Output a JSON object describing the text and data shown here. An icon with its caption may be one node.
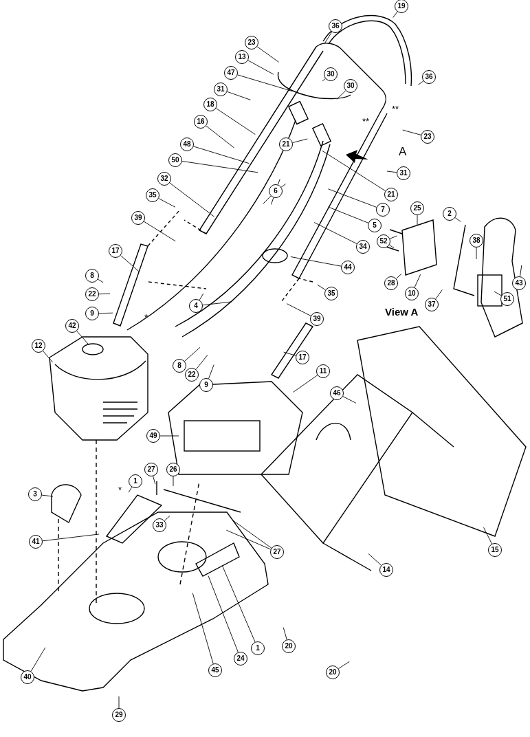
{
  "diagram": {
    "nodes": [
      {
        "text": [
          "19"
        ]
      },
      {
        "text": [
          "36"
        ]
      },
      {
        "text": [
          "23"
        ]
      },
      {
        "text": [
          "13"
        ]
      },
      {
        "text": [
          "47"
        ]
      },
      {
        "text": [
          "30"
        ]
      },
      {
        "text": [
          "36"
        ]
      },
      {
        "text": [
          "30"
        ]
      },
      {
        "text": [
          "31"
        ]
      },
      {
        "text": [
          "18"
        ]
      },
      {
        "text": [
          "16"
        ]
      },
      {
        "text": [
          "23"
        ]
      },
      {
        "text": [
          "48"
        ]
      },
      {
        "text": [
          "21"
        ]
      },
      {
        "text": [
          "50"
        ]
      },
      {
        "text": [
          "31"
        ]
      },
      {
        "text": [
          "32"
        ]
      },
      {
        "text": [
          "6"
        ]
      },
      {
        "text": [
          "35"
        ]
      },
      {
        "text": [
          "21"
        ]
      },
      {
        "text": [
          "7"
        ]
      },
      {
        "text": [
          "25"
        ]
      },
      {
        "text": [
          "2"
        ]
      },
      {
        "text": [
          "39"
        ]
      },
      {
        "text": [
          "5"
        ]
      },
      {
        "text": [
          "52"
        ]
      },
      {
        "text": [
          "34"
        ]
      },
      {
        "text": [
          "38"
        ]
      },
      {
        "text": [
          "17"
        ]
      },
      {
        "text": [
          "44"
        ]
      },
      {
        "text": [
          "43"
        ]
      },
      {
        "text": [
          "8"
        ]
      },
      {
        "text": [
          "28"
        ]
      },
      {
        "text": [
          "35"
        ]
      },
      {
        "text": [
          "10"
        ]
      },
      {
        "text": [
          "22"
        ]
      },
      {
        "text": [
          "51"
        ]
      },
      {
        "text": [
          "37"
        ]
      },
      {
        "text": [
          "4"
        ]
      },
      {
        "text": [
          "9"
        ]
      },
      {
        "text": [
          "39"
        ]
      },
      {
        "text": [
          "42"
        ]
      },
      {
        "text": [
          "12"
        ]
      },
      {
        "text": [
          "17"
        ]
      },
      {
        "text": [
          "8"
        ]
      },
      {
        "text": [
          "22"
        ]
      },
      {
        "text": [
          "9"
        ]
      },
      {
        "text": [
          "11"
        ]
      },
      {
        "text": [
          "46"
        ]
      },
      {
        "text": [
          "49"
        ]
      },
      {
        "text": [
          "27"
        ]
      },
      {
        "text": [
          "26"
        ]
      },
      {
        "text": [
          "1"
        ]
      },
      {
        "text": [
          "3"
        ]
      },
      {
        "text": [
          "33"
        ]
      },
      {
        "text": [
          "41"
        ]
      },
      {
        "text": [
          "15"
        ]
      },
      {
        "text": [
          "27"
        ]
      },
      {
        "text": [
          "14"
        ]
      },
      {
        "text": [
          "24"
        ]
      },
      {
        "text": [
          "20"
        ]
      },
      {
        "text": [
          "1"
        ]
      },
      {
        "text": [
          "45"
        ]
      },
      {
        "text": [
          "20"
        ]
      },
      {
        "text": [
          "40"
        ]
      },
      {
        "text": [
          "29"
        ]
      }
    ],
    "edges": [
      {
        "from": 0,
        "to": null,
        "arrow": "none"
      },
      {
        "from": 1,
        "to": null,
        "arrow": "none"
      },
      {
        "from": 2,
        "to": null,
        "arrow": "none"
      },
      {
        "from": 3,
        "to": null,
        "arrow": "none"
      },
      {
        "from": 4,
        "to": null,
        "arrow": "none"
      },
      {
        "from": 5,
        "to": null,
        "arrow": "none"
      },
      {
        "from": 6,
        "to": null,
        "arrow": "none"
      },
      {
        "from": 7,
        "to": null,
        "arrow": "none"
      },
      {
        "from": 8,
        "to": null,
        "arrow": "none"
      },
      {
        "from": 9,
        "to": null,
        "arrow": "none"
      },
      {
        "from": 10,
        "to": null,
        "arrow": "none"
      },
      {
        "from": 11,
        "to": null,
        "arrow": "none"
      },
      {
        "from": 12,
        "to": null,
        "arrow": "none"
      },
      {
        "from": 13,
        "to": null,
        "arrow": "none"
      },
      {
        "from": 14,
        "to": null,
        "arrow": "none"
      },
      {
        "from": 15,
        "to": null,
        "arrow": "none"
      },
      {
        "from": 16,
        "to": null,
        "arrow": "none"
      },
      {
        "from": 17,
        "to": null,
        "arrow": "none"
      },
      {
        "from": 17,
        "to": null,
        "arrow": "none"
      },
      {
        "from": 17,
        "to": null,
        "arrow": "none"
      },
      {
        "from": 17,
        "to": null,
        "arrow": "none"
      },
      {
        "from": 18,
        "to": null,
        "arrow": "none"
      },
      {
        "from": 19,
        "to": null,
        "arrow": "none"
      },
      {
        "from": 20,
        "to": null,
        "arrow": "none"
      },
      {
        "from": 21,
        "to": null,
        "arrow": "none"
      },
      {
        "from": 22,
        "to": null,
        "arrow": "none"
      },
      {
        "from": 23,
        "to": null,
        "arrow": "none"
      },
      {
        "from": 24,
        "to": null,
        "arrow": "none"
      },
      {
        "from": 25,
        "to": null,
        "arrow": "none"
      },
      {
        "from": 25,
        "to": null,
        "arrow": "none"
      },
      {
        "from": 26,
        "to": null,
        "arrow": "none"
      },
      {
        "from": 27,
        "to": null,
        "arrow": "none"
      },
      {
        "from": 28,
        "to": null,
        "arrow": "none"
      },
      {
        "from": 29,
        "to": null,
        "arrow": "none"
      },
      {
        "from": 30,
        "to": null,
        "arrow": "none"
      },
      {
        "from": 31,
        "to": null,
        "arrow": "none"
      },
      {
        "from": 32,
        "to": null,
        "arrow": "none"
      },
      {
        "from": 33,
        "to": null,
        "arrow": "none"
      },
      {
        "from": 34,
        "to": null,
        "arrow": "none"
      },
      {
        "from": 35,
        "to": null,
        "arrow": "none"
      },
      {
        "from": 36,
        "to": null,
        "arrow": "none"
      },
      {
        "from": 37,
        "to": null,
        "arrow": "none"
      },
      {
        "from": 38,
        "to": null,
        "arrow": "none"
      },
      {
        "from": 38,
        "to": null,
        "arrow": "none"
      },
      {
        "from": 39,
        "to": null,
        "arrow": "none"
      },
      {
        "from": 40,
        "to": null,
        "arrow": "none"
      },
      {
        "from": 41,
        "to": null,
        "arrow": "none"
      },
      {
        "from": 42,
        "to": null,
        "arrow": "none"
      },
      {
        "from": 43,
        "to": null,
        "arrow": "none"
      },
      {
        "from": 44,
        "to": null,
        "arrow": "none"
      },
      {
        "from": 45,
        "to": null,
        "arrow": "none"
      },
      {
        "from": 46,
        "to": null,
        "arrow": "none"
      },
      {
        "from": 47,
        "to": null,
        "arrow": "none"
      },
      {
        "from": 48,
        "to": null,
        "arrow": "none"
      },
      {
        "from": 49,
        "to": null,
        "arrow": "none"
      },
      {
        "from": 50,
        "to": null,
        "arrow": "none"
      },
      {
        "from": 51,
        "to": null,
        "arrow": "none"
      },
      {
        "from": 52,
        "to": null,
        "arrow": "none"
      },
      {
        "from": 53,
        "to": null,
        "arrow": "none"
      },
      {
        "from": 54,
        "to": null,
        "arrow": "none"
      },
      {
        "from": 55,
        "to": null,
        "arrow": "none"
      },
      {
        "from": 56,
        "to": null,
        "arrow": "none"
      },
      {
        "from": 57,
        "to": null,
        "arrow": "none"
      },
      {
        "from": 57,
        "to": null,
        "arrow": "none"
      },
      {
        "from": 58,
        "to": null,
        "arrow": "none"
      },
      {
        "from": 59,
        "to": null,
        "arrow": "none"
      },
      {
        "from": 60,
        "to": null,
        "arrow": "none"
      },
      {
        "from": 61,
        "to": null,
        "arrow": "none"
      },
      {
        "from": 62,
        "to": null,
        "arrow": "none"
      },
      {
        "from": 63,
        "to": null,
        "arrow": "none"
      },
      {
        "from": 64,
        "to": null,
        "arrow": "none"
      },
      {
        "from": 65,
        "to": null,
        "arrow": "none"
      }
    ],
    "labels": [
      "**",
      "**",
      "A",
      "View A",
      "*",
      "*"
    ]
  }
}
